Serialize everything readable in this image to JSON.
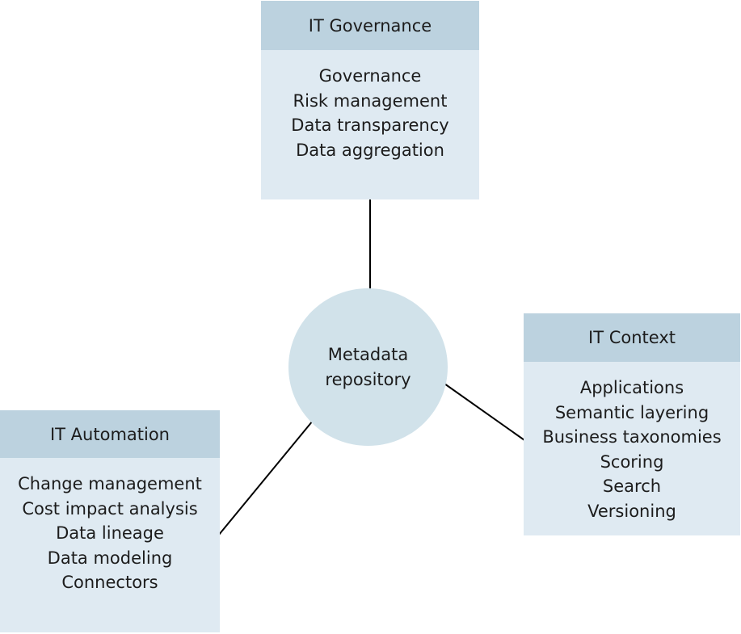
{
  "colors": {
    "box_header": "#bcd2df",
    "box_body": "#dfeaf2",
    "circle_fill": "#d1e2ea",
    "connector": "#000000",
    "text": "#1c1c1c",
    "background": "#ffffff"
  },
  "center_node": {
    "line1": "Metadata",
    "line2": "repository"
  },
  "boxes": {
    "governance": {
      "title": "IT Governance",
      "items": [
        "Governance",
        "Risk management",
        "Data transparency",
        "Data aggregation"
      ]
    },
    "context": {
      "title": "IT Context",
      "items": [
        "Applications",
        "Semantic layering",
        "Business taxonomies",
        "Scoring",
        "Search",
        "Versioning"
      ]
    },
    "automation": {
      "title": "IT Automation",
      "items": [
        "Change management",
        "Cost impact analysis",
        "Data lineage",
        "Data modeling",
        "Connectors"
      ]
    }
  }
}
